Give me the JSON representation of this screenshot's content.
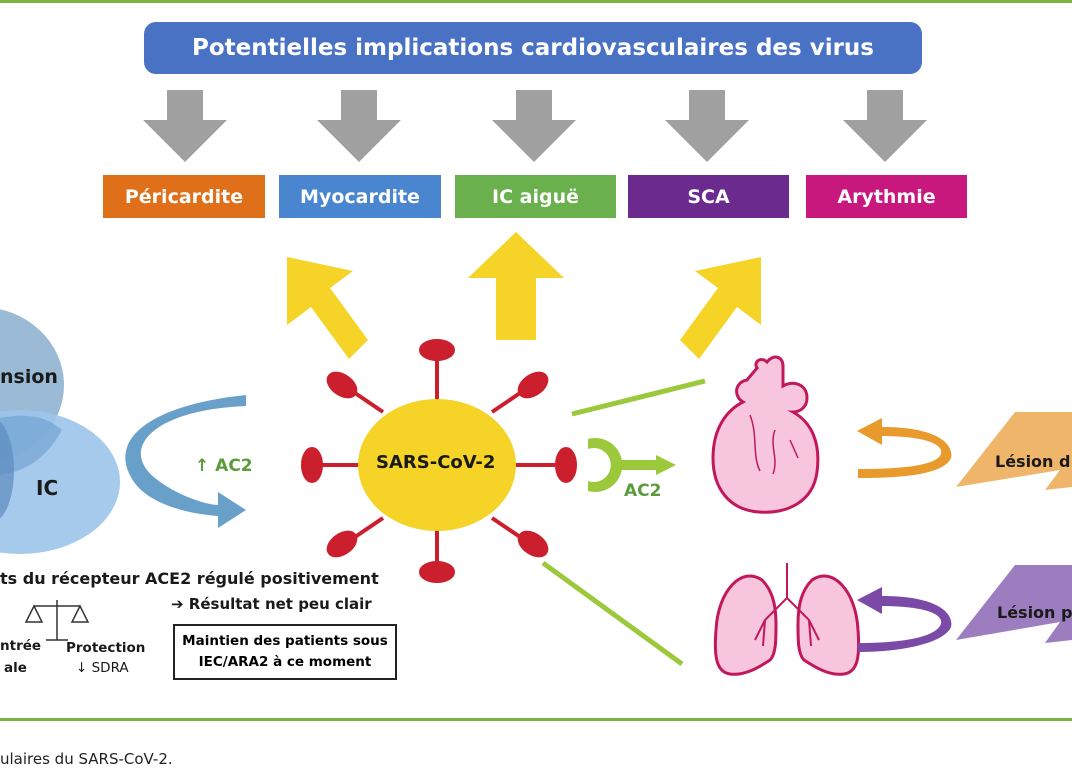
{
  "banner": "Potentielles implications cardiovasculaires des virus",
  "categories": [
    {
      "label": "Péricardite",
      "color": "#e06f1a"
    },
    {
      "label": "Myocardite",
      "color": "#4a86cf"
    },
    {
      "label": "IC aiguë",
      "color": "#6ab04c"
    },
    {
      "label": "SCA",
      "color": "#6a2a8e"
    },
    {
      "label": "Arythmie",
      "color": "#c8177d"
    }
  ],
  "venn": {
    "top_label": "nsion",
    "bottom_label": "IC"
  },
  "ac2_up": "↑ AC2",
  "virus_label": "SARS-CoV-2",
  "receptor_label": "AC2",
  "ace2": {
    "title": "ts du récepteur ACE2 régulé positivement",
    "result": "➔ Résultat net peu clair",
    "left_line1": "ntrée",
    "left_line2": "ale",
    "protection": "Protection",
    "sdra": "↓ SDRA",
    "maintien_line1": "Maintien des patients sous",
    "maintien_line2": "IEC/ARA2 à ce moment"
  },
  "lesions": {
    "heart": "Lésion d",
    "lung": "Lésion p"
  },
  "caption": "ulaires du SARS-CoV-2.",
  "colors": {
    "frame": "#7cb342",
    "gray_arrow": "#a0a0a0",
    "yellow_arrow": "#f5d327",
    "virus": "#f5d327",
    "spike": "#cc1f2e",
    "organ": "#f7c6dc",
    "organ_outline": "#c2185b"
  }
}
